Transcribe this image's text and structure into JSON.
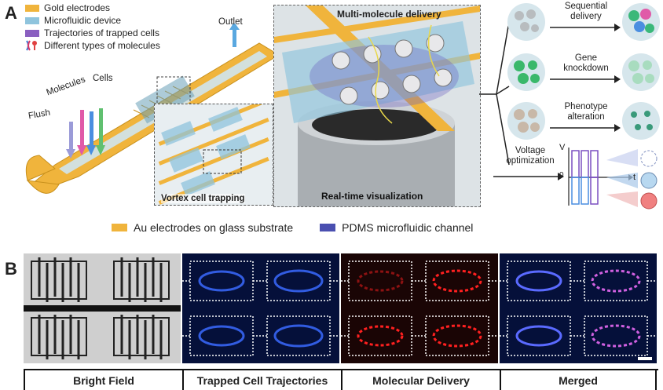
{
  "panel_a": {
    "letter": "A",
    "legend": [
      {
        "label": "Gold electrodes",
        "color": "#f0b43c"
      },
      {
        "label": "Microfluidic device",
        "color": "#8fc4dd"
      },
      {
        "label": "Trajectories of trapped cells",
        "color": "#8a5fc0"
      },
      {
        "label": "Different types of molecules",
        "icon": "dna-molecule-icon"
      }
    ],
    "outlet": "Outlet",
    "inlets": {
      "molecules": "Molecules",
      "cells": "Cells",
      "flush": "Flush"
    },
    "vortex_title": "Vortex cell trapping",
    "delivery_title": "Multi-molecule delivery",
    "visualization_title": "Real-time visualization",
    "outcomes": [
      {
        "label_line1": "Sequential",
        "label_line2": "delivery"
      },
      {
        "label_line1": "Gene",
        "label_line2": "knockdown"
      },
      {
        "label_line1": "Phenotype",
        "label_line2": "alteration"
      }
    ],
    "voltage_line1": "Voltage",
    "voltage_line2": "optimization",
    "axis_v": "V",
    "axis_t": "t",
    "axis_zero": "0",
    "bottom_legend": [
      {
        "label": "Au electrodes on glass substrate",
        "color": "#f0b43c"
      },
      {
        "label": "PDMS microfluidic channel",
        "color": "#4a4fb0"
      }
    ]
  },
  "panel_b": {
    "letter": "B",
    "labels": [
      "Bright Field",
      "Trapped Cell Trajectories",
      "Molecular Delivery",
      "Merged"
    ]
  },
  "colors": {
    "gold": "#f0b43c",
    "blue": "#4a4fb0",
    "channel": "#8fc4dd"
  }
}
